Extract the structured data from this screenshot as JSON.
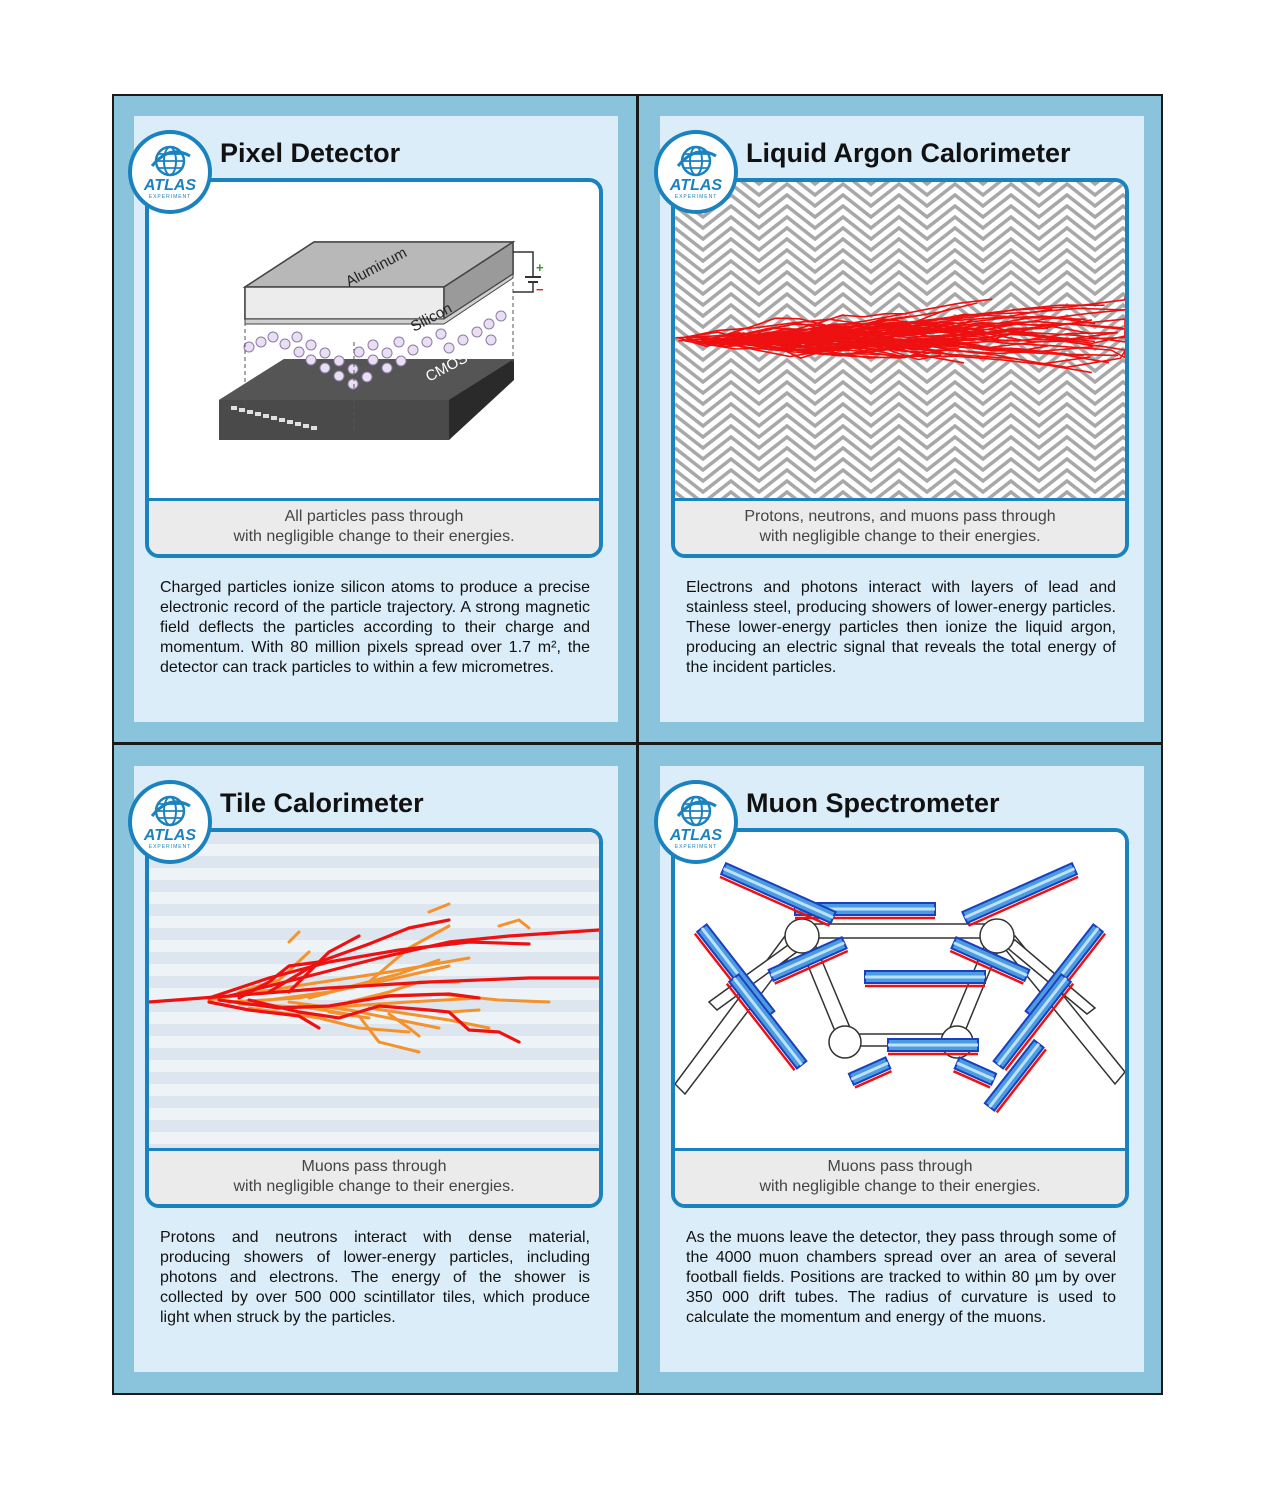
{
  "colors": {
    "frame_blue": "#1b82c0",
    "card_bg": "#dbedf8",
    "sheet_bg": "#8ac3dc",
    "shower_red": "#ee1111",
    "shower_orange": "#f4922e"
  },
  "logo": {
    "name": "ATLAS",
    "sub": "EXPERIMENT"
  },
  "cards": [
    {
      "title": "Pixel Detector",
      "labels": {
        "aluminum": "Aluminum",
        "silicon": "Silicon",
        "cmos": "CMOS Chip",
        "plus": "+",
        "minus": "−"
      },
      "caption_line1": "All particles pass through",
      "caption_line2": "with negligible change to their energies.",
      "description": "Charged particles ionize silicon atoms to produce a precise electronic record of the particle trajectory. A strong magnetic field deflects the particles according to their charge and momentum. With 80 million pixels spread over 1.7 m², the detector can track particles to within a few micrometres."
    },
    {
      "title": "Liquid Argon Calorimeter",
      "caption_line1": "Protons, neutrons, and muons pass through",
      "caption_line2": "with negligible change to their energies.",
      "description": "Electrons and photons interact with layers of lead and stainless steel, producing showers of lower-energy particles. These lower-energy particles then ionize the liquid argon, producing an electric signal that reveals the total energy of the incident particles."
    },
    {
      "title": "Tile Calorimeter",
      "caption_line1": "Muons pass through",
      "caption_line2": "with negligible change to their energies.",
      "description": "Protons and neutrons interact with dense material, producing showers of lower-energy particles, including photons and electrons. The energy of the shower is collected by over 500 000 scintillator tiles, which produce light when struck by the particles."
    },
    {
      "title": "Muon Spectrometer",
      "caption_line1": "Muons pass through",
      "caption_line2": "with negligible change to their energies.",
      "description": "As the muons leave the detector, they pass through some of the 4000 muon chambers spread over an area of several football fields. Positions are tracked to within 80 µm by over 350 000 drift tubes. The radius of curvature is used to calculate the momentum and energy of the muons."
    }
  ]
}
